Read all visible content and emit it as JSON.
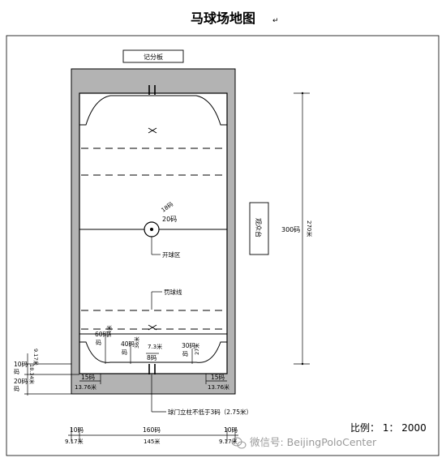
{
  "title": "马球场地图",
  "title_mark": "↵",
  "scoreboard_label": "记分板",
  "stand_label": "观众台",
  "center_circle": {
    "radius_label": "18码",
    "diameter_label": "20码"
  },
  "kickoff_label": "开球区",
  "penalty_line_label": "罚球线",
  "right_dims": {
    "length_yards": "300码",
    "length_m": "270米"
  },
  "goal_area_dims": {
    "d60_yd": "60码",
    "d60_m": "54米",
    "d40_yd": "40码",
    "d40_m": "36米",
    "d30_yd": "30码",
    "d30_m": "27米",
    "goal_width_m": "7.3米",
    "goal_width_yd": "8码"
  },
  "left_dims": {
    "d10_yd": "10码",
    "d10_m": "9.17米",
    "d20_yd": "20码",
    "d20_m": "18.34米"
  },
  "corner_dims": {
    "left_yd": "15码",
    "left_m": "13.76米",
    "right_yd": "15码",
    "right_m": "13.76米"
  },
  "goalpost_note": "球门立柱不低于3码（2.75米）",
  "bottom_dims": {
    "left_yd": "10码",
    "left_m": "9.17米",
    "mid_yd": "160码",
    "mid_m": "145米",
    "right_yd": "10码",
    "right_m": "9.17米"
  },
  "scale_label": "比例： 1： 2000",
  "watermark": "微信号: BeijingPoloCenter"
}
